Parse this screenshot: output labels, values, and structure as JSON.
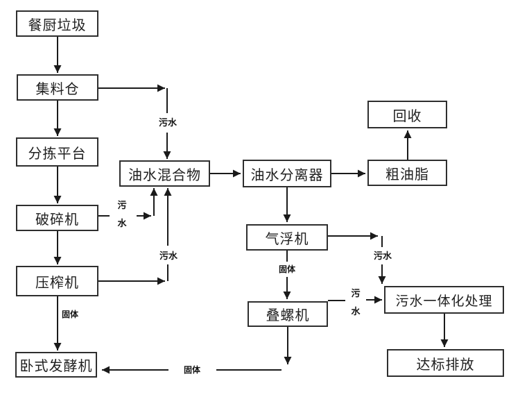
{
  "diagram": {
    "type": "flowchart",
    "background_color": "#ffffff",
    "line_color": "#1a1a1a",
    "box_border_color": "#2e2e2e",
    "text_color": "#1f1f1f",
    "nodes": {
      "food_waste": "餐厨垃圾",
      "collection_bin": "集料仓",
      "sorting_platform": "分拣平台",
      "crusher": "破碎机",
      "press": "压榨机",
      "horizontal_fermenter": "卧式发酵机",
      "oil_water_mixture": "油水混合物",
      "oil_water_separator": "油水分离器",
      "air_flotation_machine": "气浮机",
      "stacked_screw_machine": "叠螺机",
      "recycling": "回收",
      "crude_grease": "粗油脂",
      "integrated_sewage_treatment": "污水一体化处理",
      "standard_discharge": "达标排放"
    },
    "edge_labels": {
      "sewage_from_collection_bin": "污水",
      "sewage_from_crusher": "污水",
      "sewage_from_press": "污水",
      "sewage_from_air_flotation": "污水",
      "sewage_from_screw_machine": "污水",
      "solid_from_press": "固体",
      "solid_from_air_flotation": "固体",
      "solid_from_screw_machine": "固体"
    }
  }
}
